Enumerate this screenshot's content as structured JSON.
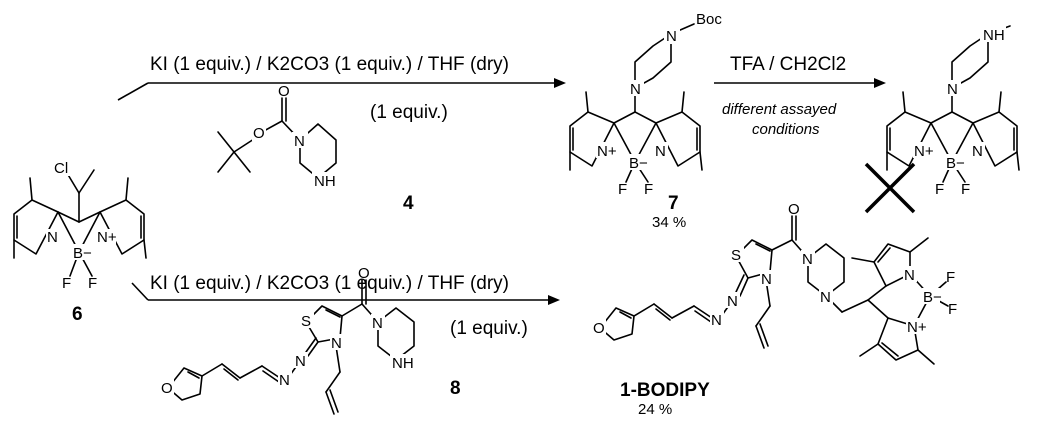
{
  "scheme": {
    "reaction_top": {
      "conditions": "KI (1 equiv.) / K2CO3 (1 equiv.) / THF (dry)",
      "reagent_equiv": "(1 equiv.)",
      "reagent_label": "4"
    },
    "reaction_deprotect": {
      "conditions": "TFA / CH2Cl2",
      "note_line1": "different assayed",
      "note_line2": "conditions"
    },
    "reaction_bottom": {
      "conditions": "KI (1 equiv.) / K2CO3 (1 equiv.) / THF (dry)",
      "reagent_equiv": "(1 equiv.)",
      "reagent_label": "8"
    },
    "compounds": {
      "start_label": "6",
      "boc_product_label": "7",
      "boc_product_yield": "34 %",
      "final_label": "1-BODIPY",
      "final_yield": "24 %"
    },
    "atoms": {
      "cl": "Cl",
      "n": "N",
      "n_plus": "N+",
      "b": "B",
      "b_minus": "B−",
      "f": "F",
      "o": "O",
      "s": "S",
      "nh": "NH",
      "boc": "Boc"
    }
  }
}
